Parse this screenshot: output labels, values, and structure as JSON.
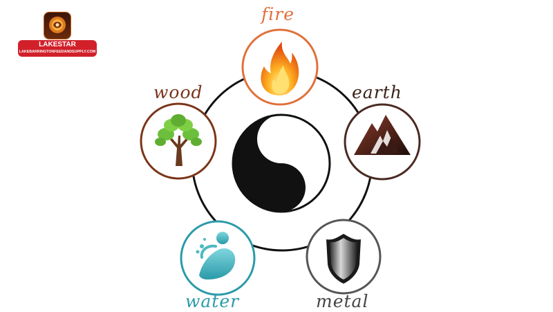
{
  "logo": {
    "name": "LAKESTAR",
    "url": "LAKEBARRINGTONFEEDANDSUPPLY.COM",
    "colors": {
      "bar": "#d1202a",
      "emblem": "#5a220a"
    }
  },
  "elements": [
    {
      "key": "fire",
      "label": "fire",
      "icon": "flame-icon",
      "color": "#e0703a"
    },
    {
      "key": "wood",
      "label": "wood",
      "icon": "tree-icon",
      "color": "#7a3518"
    },
    {
      "key": "earth",
      "label": "earth",
      "icon": "mountain-icon",
      "color": "#4a2a22"
    },
    {
      "key": "water",
      "label": "water",
      "icon": "water-wave-icon",
      "color": "#2a9aa8"
    },
    {
      "key": "metal",
      "label": "metal",
      "icon": "shield-icon",
      "color": "#555555"
    }
  ],
  "center": {
    "icon": "yin-yang-icon"
  }
}
